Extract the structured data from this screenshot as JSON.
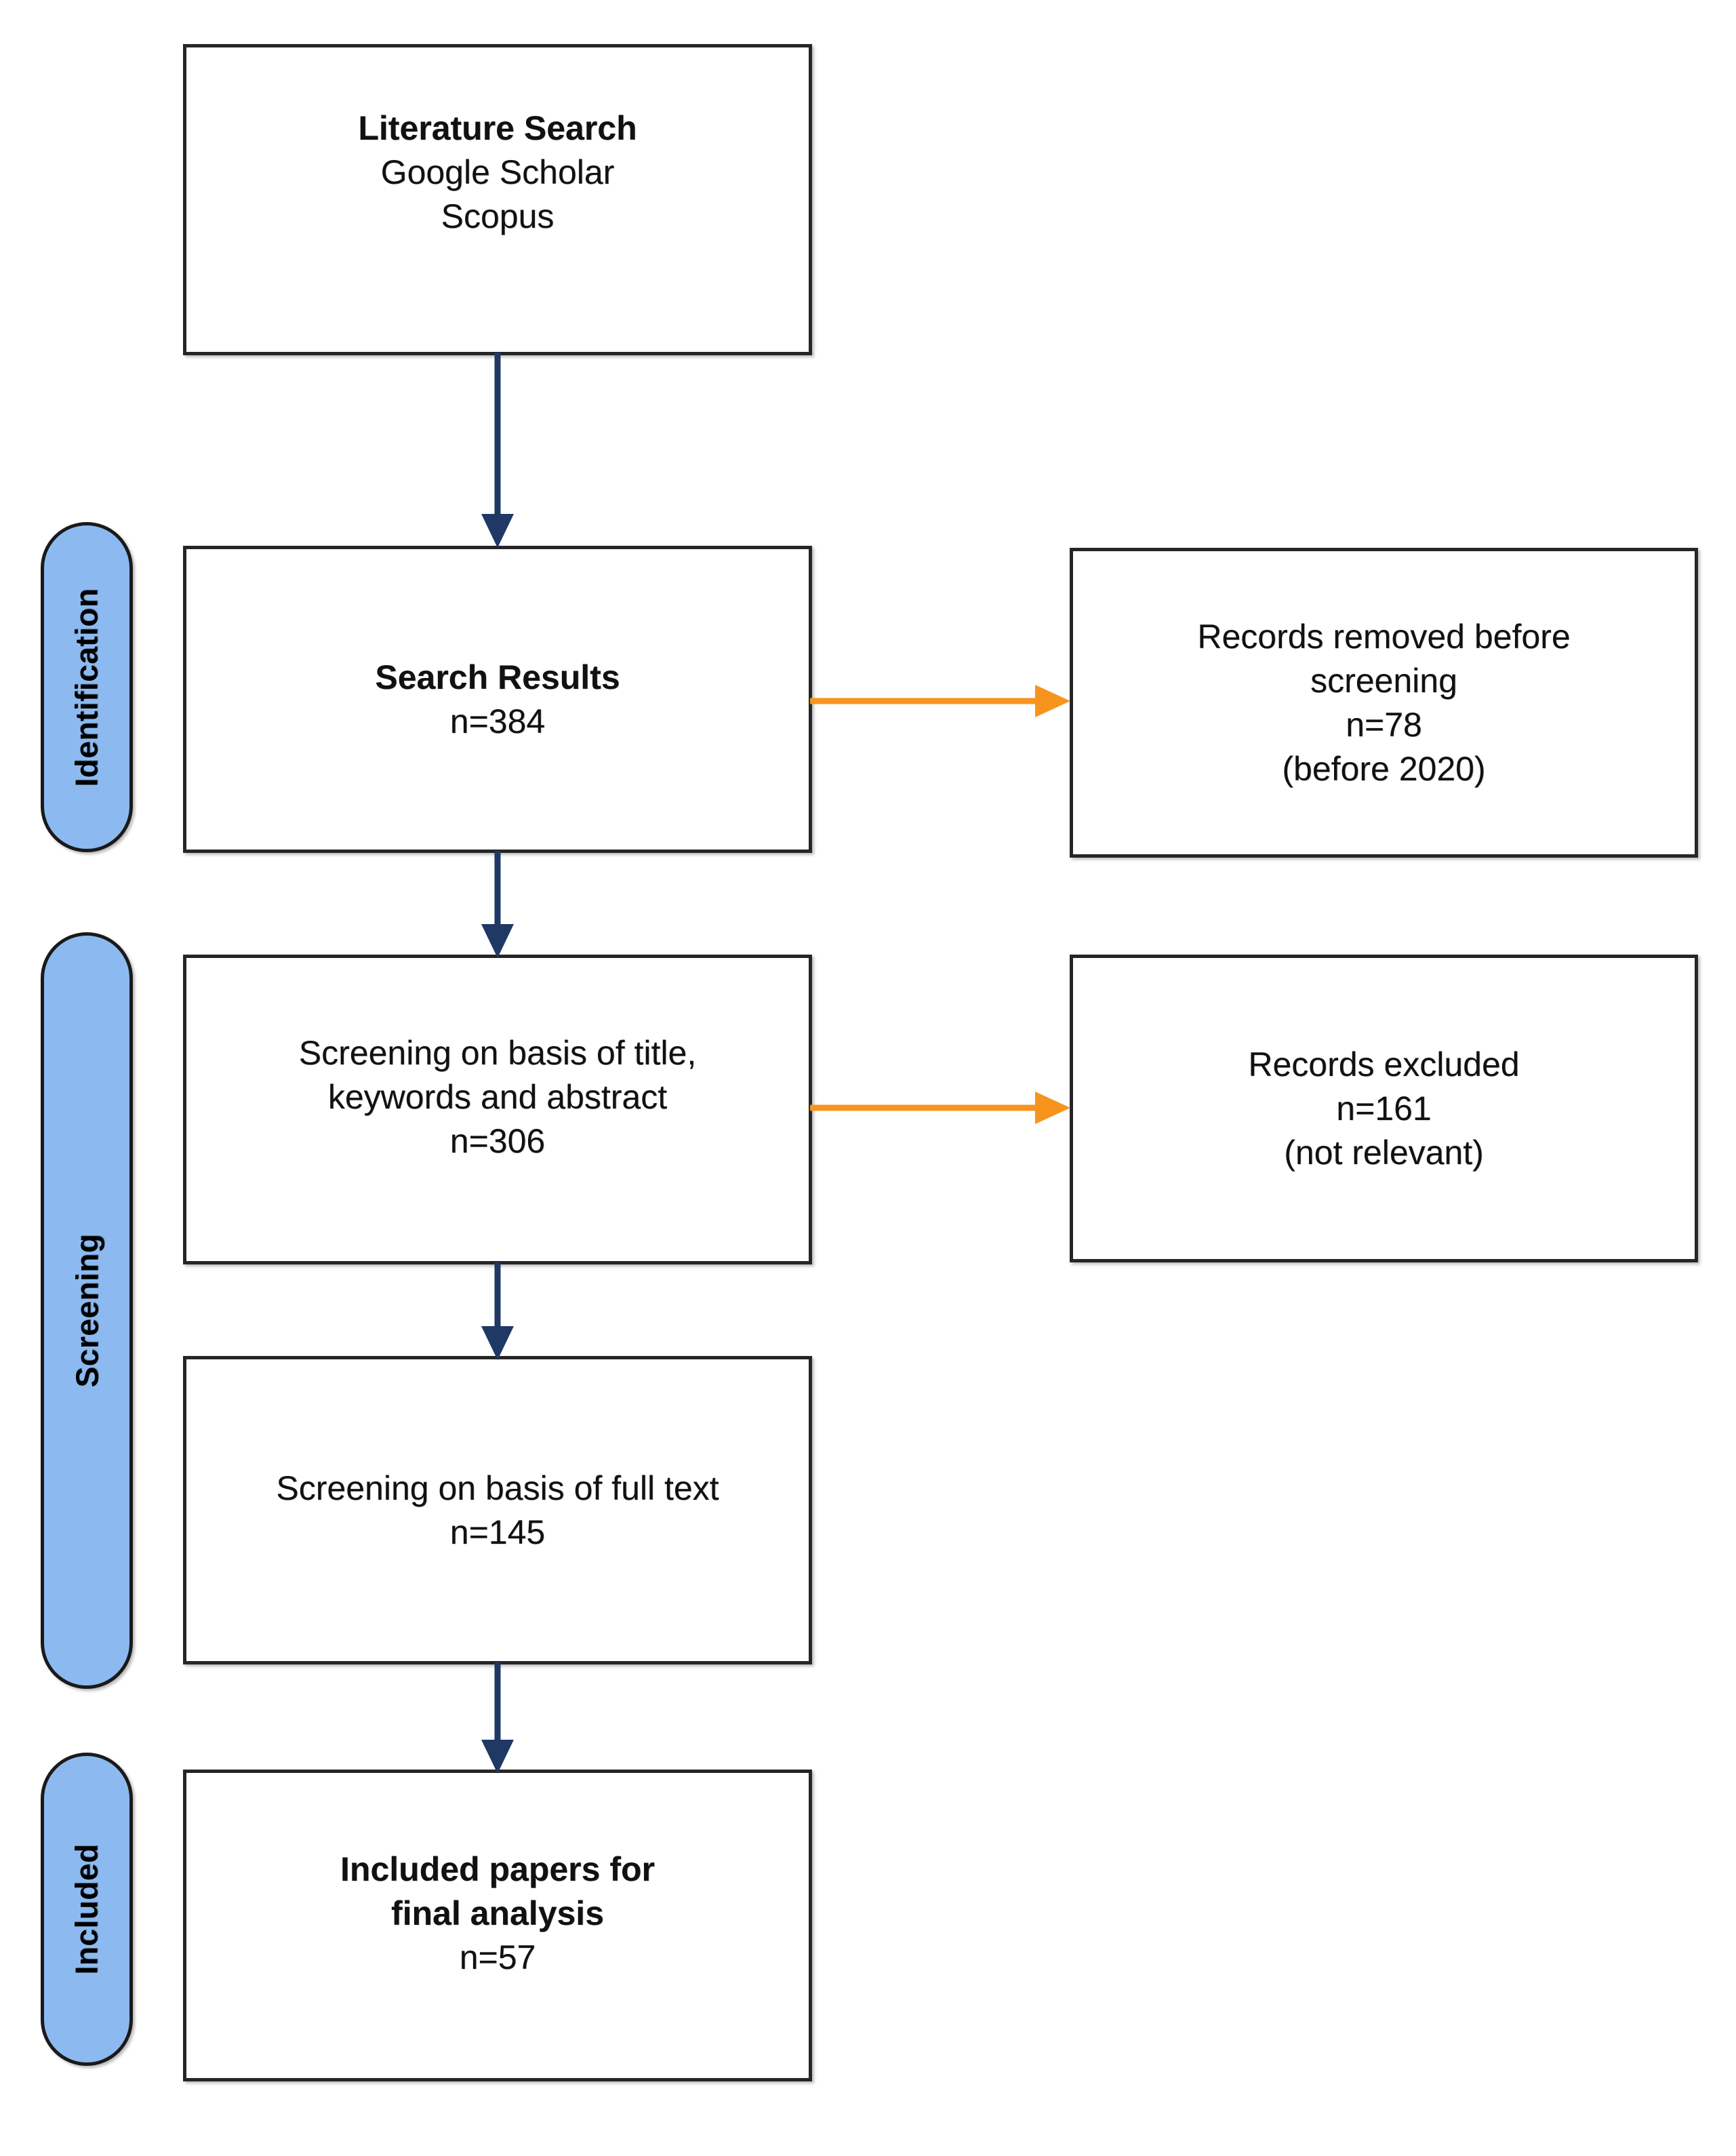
{
  "diagram": {
    "title": "PRISMA literature selection flow diagram",
    "colors": {
      "stage_pill_fill": "#8CBAF0",
      "stage_pill_border": "#1A1A1A",
      "box_border": "#262626",
      "box_fill": "#FFFFFF",
      "vertical_arrow": "#1F3864",
      "horizontal_arrow": "#F7941E",
      "text": "#111111",
      "background": "#FFFFFF"
    }
  },
  "stages": [
    {
      "id": "identification",
      "label": "Identification"
    },
    {
      "id": "screening",
      "label": "Screening"
    },
    {
      "id": "included",
      "label": "Included"
    }
  ],
  "boxes": {
    "literature_search": {
      "lines": [
        {
          "text": "Literature Search",
          "bold": true
        },
        {
          "text": "Google Scholar",
          "bold": false
        },
        {
          "text": "Scopus",
          "bold": false
        }
      ]
    },
    "search_results": {
      "lines": [
        {
          "text": "Search Results",
          "bold": true
        },
        {
          "text": "n=384",
          "bold": false
        }
      ]
    },
    "records_removed": {
      "lines": [
        {
          "text": "Records removed before",
          "bold": false
        },
        {
          "text": "screening",
          "bold": false
        },
        {
          "text": "n=78",
          "bold": false
        },
        {
          "text": "(before 2020)",
          "bold": false
        }
      ]
    },
    "screening_title_abstract": {
      "lines": [
        {
          "text": "Screening on basis of title,",
          "bold": false
        },
        {
          "text": "keywords and abstract",
          "bold": false
        },
        {
          "text": "n=306",
          "bold": false
        }
      ]
    },
    "records_excluded": {
      "lines": [
        {
          "text": "Records excluded",
          "bold": false
        },
        {
          "text": "n=161",
          "bold": false
        },
        {
          "text": "(not relevant)",
          "bold": false
        }
      ]
    },
    "screening_full_text": {
      "lines": [
        {
          "text": "Screening on basis of full text",
          "bold": false
        },
        {
          "text": "n=145",
          "bold": false
        }
      ]
    },
    "included_papers": {
      "lines": [
        {
          "text": "Included papers for",
          "bold": true
        },
        {
          "text": "final analysis",
          "bold": true
        },
        {
          "text": "n=57",
          "bold": false
        }
      ]
    }
  },
  "counts": {
    "search_results": 384,
    "records_removed_before_screening": 78,
    "screened_title_keywords_abstract": 306,
    "records_excluded_not_relevant": 161,
    "screened_full_text": 145,
    "included_final_analysis": 57
  },
  "arrows": [
    {
      "id": "search-to-results",
      "direction": "down",
      "color": "#1F3864"
    },
    {
      "id": "results-to-removed",
      "direction": "right",
      "color": "#F7941E"
    },
    {
      "id": "results-to-screening",
      "direction": "down",
      "color": "#1F3864"
    },
    {
      "id": "screening-to-excluded",
      "direction": "right",
      "color": "#F7941E"
    },
    {
      "id": "screening-to-fulltext",
      "direction": "down",
      "color": "#1F3864"
    },
    {
      "id": "fulltext-to-included",
      "direction": "down",
      "color": "#1F3864"
    }
  ]
}
